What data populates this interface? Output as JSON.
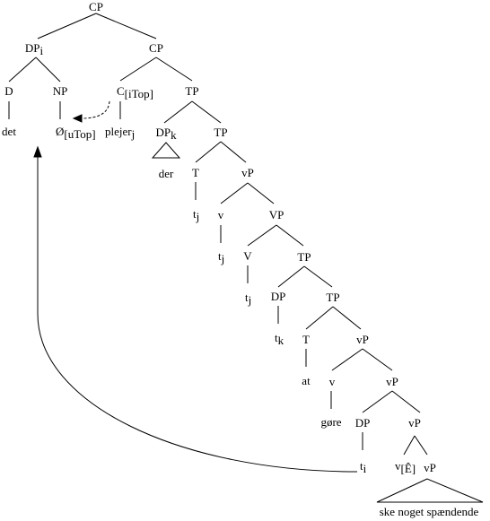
{
  "diagram": {
    "type": "syntax-tree",
    "nodes": {
      "cp_root": "CP",
      "dp_i": "DP",
      "dp_i_sub": "i",
      "cp_2": "CP",
      "d": "D",
      "np": "NP",
      "c": "C",
      "c_sub": "[iTop]",
      "tp_1": "TP",
      "det": "det",
      "null_top": "Ø",
      "null_top_sub": "[uTop]",
      "plejer": "plejer",
      "plejer_sub": "j",
      "dp_k": "DP",
      "dp_k_sub": "k",
      "tp_2": "TP",
      "der": "der",
      "t_head": "T",
      "vp_1": "vP",
      "t_j_1": "t",
      "t_j_1_sub": "j",
      "v_1": "v",
      "vp_big": "VP",
      "t_j_2": "t",
      "t_j_2_sub": "j",
      "v_big": "V",
      "tp_3": "TP",
      "t_j_3": "t",
      "t_j_3_sub": "j",
      "dp_2": "DP",
      "tp_4": "TP",
      "t_k": "t",
      "t_k_sub": "k",
      "t_head_2": "T",
      "vp_2": "vP",
      "at": "at",
      "v_2": "v",
      "vp_3": "vP",
      "gore": "gøre",
      "dp_3": "DP",
      "vp_4": "vP",
      "t_i": "t",
      "t_i_sub": "i",
      "v_3": "v",
      "v_3_sub": "[Ê]",
      "vp_5": "vP",
      "ske": "ske noget spændende"
    },
    "colors": {
      "ink": "#000000",
      "background": "#ffffff"
    }
  }
}
